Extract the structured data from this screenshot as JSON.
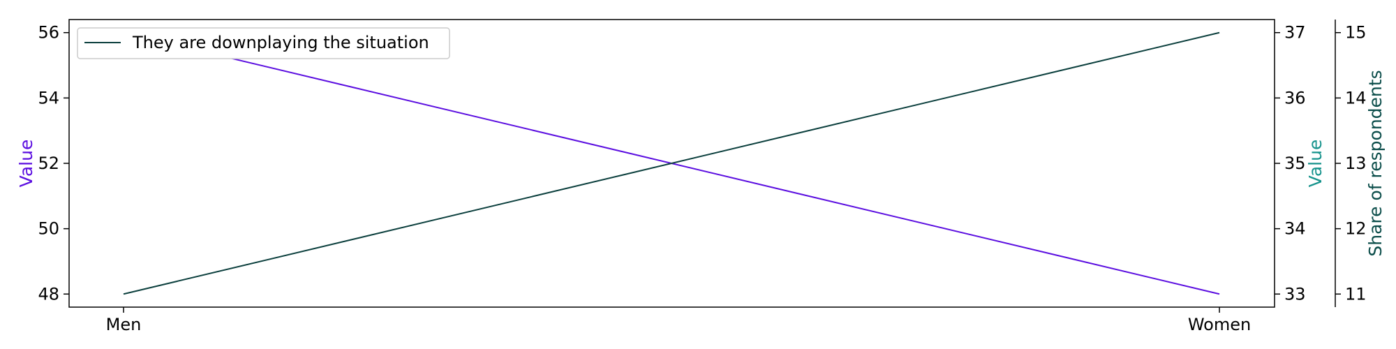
{
  "chart_data": {
    "type": "line",
    "categories": [
      "Men",
      "Women"
    ],
    "axes": {
      "left": {
        "label": "Value",
        "color": "#5b0ee0",
        "ylim": [
          47.6,
          56.4
        ],
        "ticks": [
          48,
          50,
          52,
          54,
          56
        ]
      },
      "right1": {
        "label": "Value",
        "color": "#16938c",
        "ylim": [
          32.8,
          37.2
        ],
        "ticks": [
          33,
          34,
          35,
          36,
          37
        ]
      },
      "right2": {
        "label": "Share of respondents",
        "color": "#0b4d4a",
        "ylim": [
          10.8,
          15.2
        ],
        "ticks": [
          11,
          12,
          13,
          14,
          15
        ]
      }
    },
    "series": [
      {
        "axis": "left",
        "color": "#5b0ee0",
        "values": [
          56,
          48
        ]
      },
      {
        "axis": "right2",
        "name": "They are downplaying the situation",
        "color": "#0b3f3d",
        "values": [
          11,
          15
        ]
      }
    ],
    "legend": {
      "position": "top-left",
      "entries": [
        "They are downplaying the situation"
      ]
    },
    "grid": false
  }
}
